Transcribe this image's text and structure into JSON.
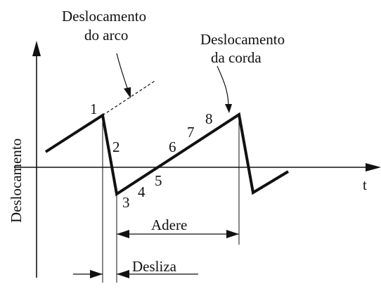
{
  "figure": {
    "y_axis_label": "Deslocamento",
    "x_axis_label": "t",
    "bow_label_line1": "Deslocamento",
    "bow_label_line2": "do arco",
    "string_label_line1": "Deslocamento",
    "string_label_line2": "da corda",
    "stick_label": "Adere",
    "slip_label": "Desliza",
    "points": [
      "1",
      "2",
      "3",
      "4",
      "5",
      "6",
      "7",
      "8"
    ]
  }
}
